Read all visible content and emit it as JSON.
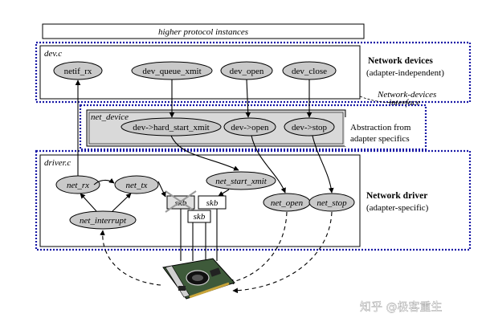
{
  "header_box": "higher protocol instances",
  "dev_c": {
    "file_label": "dev.c",
    "nodes": [
      "netif_rx",
      "dev_queue_xmit",
      "dev_open",
      "dev_close"
    ],
    "right_title": "Network devices",
    "right_subtitle": "(adapter-independent)"
  },
  "net_device": {
    "struct_label": "net_device",
    "nodes": [
      "dev->hard_start_xmit",
      "dev->open",
      "dev->stop"
    ],
    "interface_label_line1": "Network-devices",
    "interface_label_line2": "interface",
    "abstraction_line1": "Abstraction from",
    "abstraction_line2": "adapter specifics"
  },
  "driver_c": {
    "file_label": "driver.c",
    "nodes": {
      "net_rx": "net_rx",
      "net_tx": "net_tx",
      "net_interrupt": "net_interrupt",
      "net_start_xmit": "net_start_xmit",
      "net_open": "net_open",
      "net_stop": "net_stop"
    },
    "skb_labels": [
      "skb",
      "skb",
      "skb"
    ],
    "right_title": "Network driver",
    "right_subtitle": "(adapter-specific)"
  },
  "watermark": "知乎 @极客重生",
  "colors": {
    "dotted_border": "#1a1aa6",
    "node_fill": "#c9c9c9",
    "band_fill": "#d9d9d9",
    "cross": "#999999"
  }
}
